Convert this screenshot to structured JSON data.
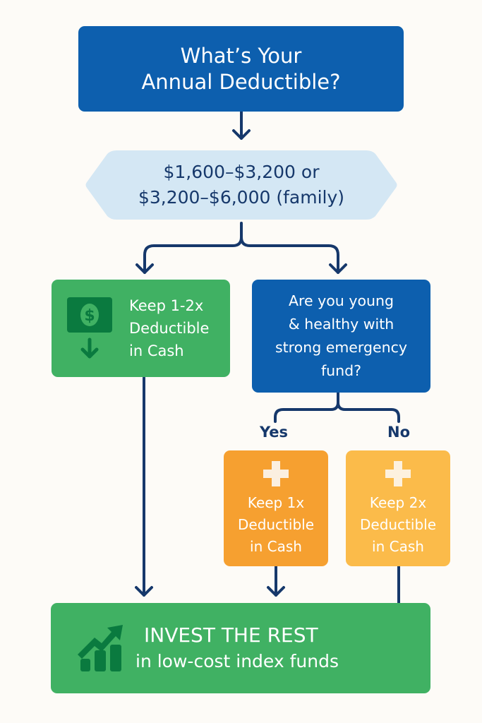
{
  "colors": {
    "background": "#fdfbf7",
    "primary_blue": "#0d5fae",
    "light_blue": "#d4e7f4",
    "navy_text": "#16386b",
    "green": "#40b163",
    "dark_green_icon": "#0a7a3f",
    "orange": "#f6a030",
    "light_orange": "#fbbb4a"
  },
  "title": {
    "line1": "What’s Your",
    "line2": "Annual Deductible?"
  },
  "range": {
    "line1": "$1,600–$3,200 or",
    "line2": "$3,200–$6,000 (family)"
  },
  "left_branch": {
    "icon": "money-down-icon",
    "line1": "Keep 1-2x",
    "line2": "Deductible",
    "line3": "in Cash"
  },
  "question": {
    "line1": "Are you young",
    "line2": "& healthy with",
    "line3": "strong emergency",
    "line4": "fund?"
  },
  "answers": {
    "yes": "Yes",
    "no": "No"
  },
  "yes_outcome": {
    "icon": "plus-icon",
    "line1": "Keep 1x",
    "line2": "Deductible",
    "line3": "in Cash"
  },
  "no_outcome": {
    "icon": "plus-icon",
    "line1": "Keep 2x",
    "line2": "Deductible",
    "line3": "in Cash"
  },
  "invest": {
    "icon": "growth-chart-icon",
    "title": "INVEST THE REST",
    "subtitle": "in low-cost index funds"
  }
}
